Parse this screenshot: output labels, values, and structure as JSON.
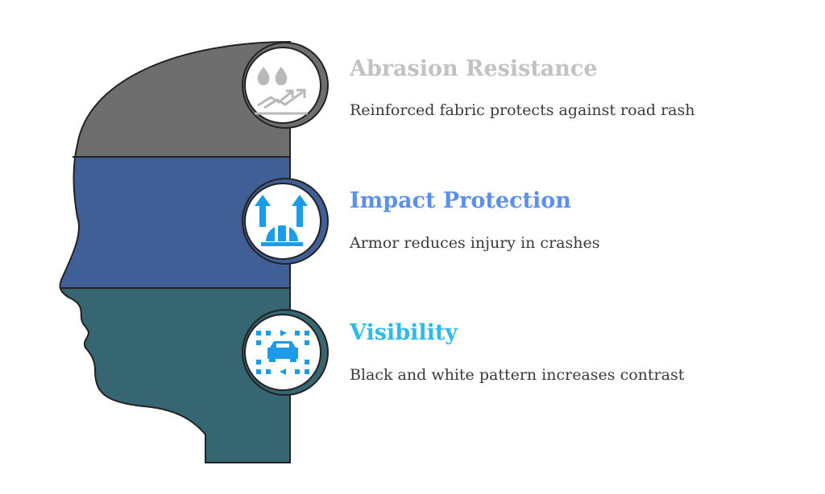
{
  "items": [
    {
      "title": "Abrasion Resistance",
      "description": "Reinforced fabric protects against road rash",
      "color": "#6e6e6e",
      "title_color": "#c2c2c2",
      "icon": "abrasion-icon"
    },
    {
      "title": "Impact Protection",
      "description": "Armor reduces injury in crashes",
      "color": "#3f5f96",
      "title_color": "#5b8ff0",
      "icon": "helmet-arrows-icon"
    },
    {
      "title": "Visibility",
      "description": "Black and white pattern increases contrast",
      "color": "#356671",
      "title_color": "#2fb9ec",
      "icon": "car-visibility-icon"
    }
  ],
  "icon_accent": "#1b9be8"
}
